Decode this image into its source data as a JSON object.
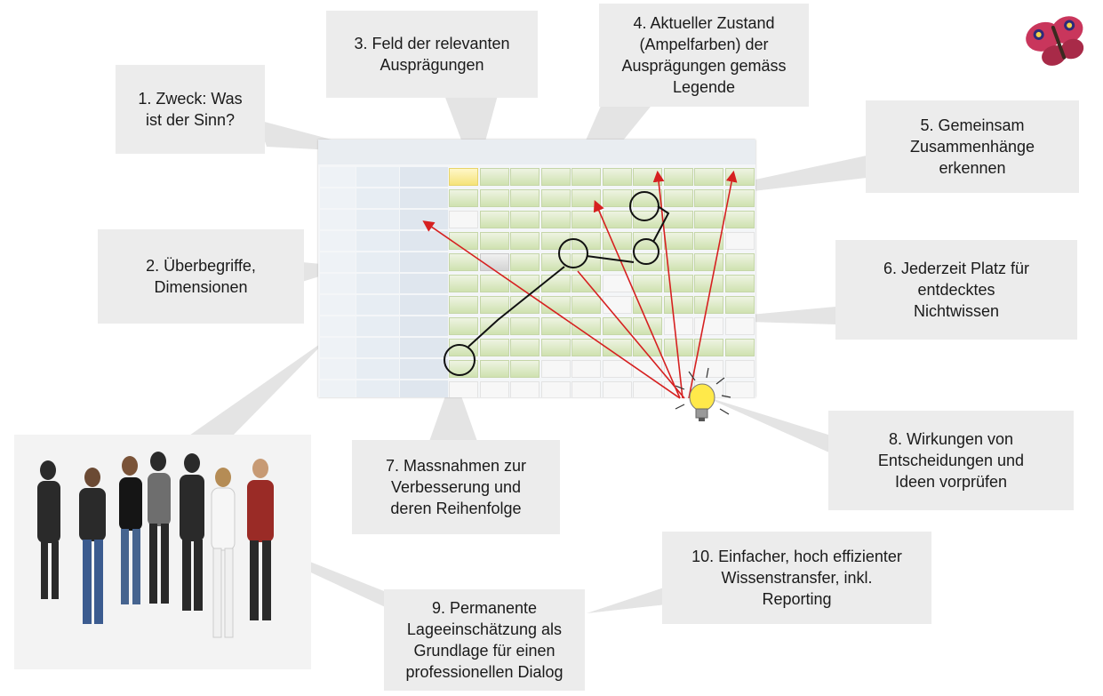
{
  "callouts": [
    {
      "num": "1.",
      "text": "1. Zweck: Was\nist der Sinn?"
    },
    {
      "num": "2.",
      "text": "2. Überbegriffe,\nDimensionen"
    },
    {
      "num": "3.",
      "text": "3. Feld der relevanten\nAusprägungen"
    },
    {
      "num": "4.",
      "text": "4. Aktueller Zustand\n(Ampelfarben)  der\nAusprägungen gemäss\nLegende"
    },
    {
      "num": "5.",
      "text": "5. Gemeinsam\nZusammenhänge\nerkennen"
    },
    {
      "num": "6.",
      "text": "6. Jederzeit Platz für\nentdecktes\nNichtwissen"
    },
    {
      "num": "7.",
      "text": "7. Massnahmen zur\nVerbesserung und\nderen Reihenfolge"
    },
    {
      "num": "8.",
      "text": "8. Wirkungen von\nEntscheidungen und\nIdeen vorprüfen"
    },
    {
      "num": "9.",
      "text": "9. Permanente\nLageeinschätzung als\nGrundlage für einen\nprofessionellen Dialog"
    },
    {
      "num": "10.",
      "text": "10. Einfacher, hoch effizienter\nWissenstransfer, inkl.\nReporting"
    }
  ],
  "colors": {
    "callout_bg": "#ececec",
    "arrow_red": "#d62020",
    "green_cell": "#cfe2b0",
    "yellow_cell": "#f5e37a"
  },
  "icons": [
    "butterfly-icon",
    "lightbulb-icon",
    "people-group-image"
  ]
}
